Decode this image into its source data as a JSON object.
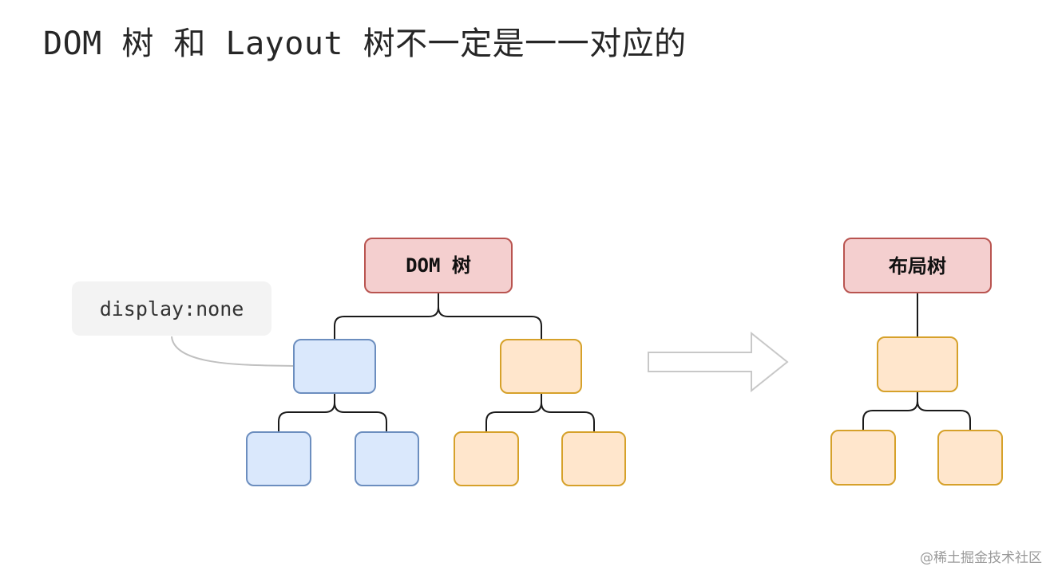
{
  "title": "DOM 树 和 Layout 树不一定是一一对应的",
  "dom_tree": {
    "root_label": "DOM 树"
  },
  "layout_tree": {
    "root_label": "布局树"
  },
  "callout": {
    "text": "display:none"
  },
  "watermark": "@稀土掘金技术社区",
  "colors": {
    "root_fill": "#f4cfcf",
    "root_stroke": "#b95450",
    "blue_fill": "#dae8fc",
    "blue_stroke": "#6c8ebf",
    "orange_fill": "#ffe6cc",
    "orange_stroke": "#d6a12a",
    "connector": "#1a1a1a",
    "arrow_stroke": "#c8c8c8",
    "callout_line": "#c0c0c0"
  }
}
